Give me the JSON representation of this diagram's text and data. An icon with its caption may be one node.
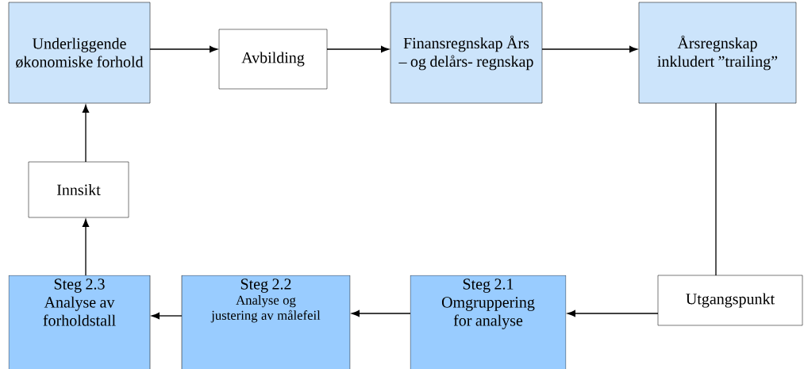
{
  "diagram": {
    "nodes": [
      {
        "text": [
          "Underliggende økonomiske forhold"
        ]
      },
      {
        "text": [
          "Avbilding"
        ]
      },
      {
        "text": [
          "Finansregnskap Års – og delårs- regnskap"
        ]
      },
      {
        "text": [
          "Årsregnskap inkludert ”trailing”"
        ]
      },
      {
        "text": [
          "Innsikt"
        ]
      },
      {
        "text": [
          "Steg 2.3",
          "Analyse av forholdstall"
        ]
      },
      {
        "text": [
          "Steg 2.2",
          "Analyse og justering av målefeil"
        ]
      },
      {
        "text": [
          "Steg 2.1",
          "Omgruppering for analyse"
        ]
      },
      {
        "text": [
          "Utgangspunkt"
        ]
      }
    ],
    "edges": [
      {
        "from": 0,
        "to": 1,
        "arrow": "to"
      },
      {
        "from": 1,
        "to": 2,
        "arrow": "to"
      },
      {
        "from": 2,
        "to": 3,
        "arrow": "to"
      },
      {
        "from": 3,
        "to": 8,
        "arrow": "none"
      },
      {
        "from": 8,
        "to": 7,
        "arrow": "to"
      },
      {
        "from": 7,
        "to": 6,
        "arrow": "to"
      },
      {
        "from": 6,
        "to": 5,
        "arrow": "to"
      },
      {
        "from": 5,
        "to": 4,
        "arrow": "to"
      },
      {
        "from": 4,
        "to": 0,
        "arrow": "to"
      }
    ]
  }
}
